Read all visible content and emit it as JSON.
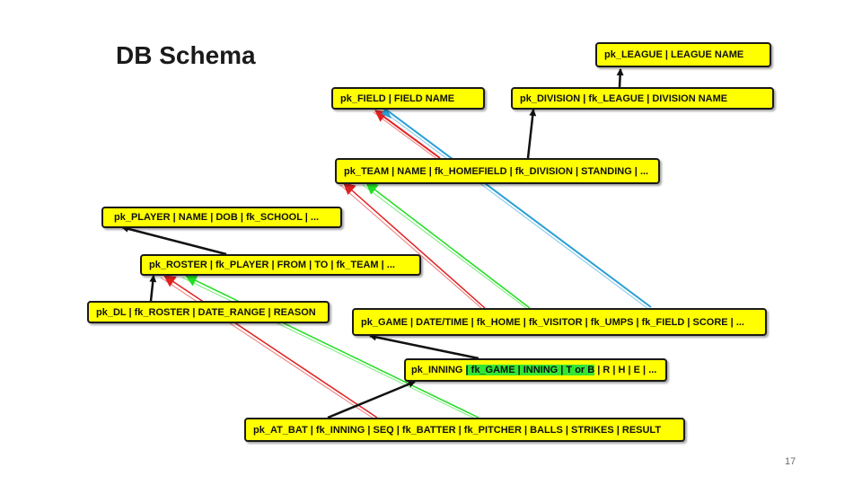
{
  "slide": {
    "title": "DB Schema",
    "page_number": "17"
  },
  "tables": {
    "league": "pk_LEAGUE | LEAGUE NAME",
    "field": "pk_FIELD | FIELD NAME",
    "division": "pk_DIVISION | fk_LEAGUE | DIVISION NAME",
    "team": "pk_TEAM | NAME | fk_HOMEFIELD | fk_DIVISION | STANDING | ...",
    "player": "pk_PLAYER | NAME | DOB | fk_SCHOOL | ...",
    "roster": "pk_ROSTER | fk_PLAYER | FROM | TO | fk_TEAM | ...",
    "dl": "pk_DL | fk_ROSTER | DATE_RANGE | REASON",
    "game": "pk_GAME | DATE/TIME | fk_HOME | fk_VISITOR | fk_UMPS | fk_FIELD | SCORE | ...",
    "inning": {
      "pre": "pk_INNING ",
      "highlight": "| fk_GAME | INNING | T or B",
      "post": " | R | H | E | ..."
    },
    "at_bat": "pk_AT_BAT | fk_INNING | SEQ | fk_BATTER | fk_PITCHER | BALLS | STRIKES | RESULT"
  },
  "colors": {
    "box_fill": "#ffff00",
    "box_border": "#1a1a1a",
    "highlight": "#33e633",
    "arrow_black": "#111111",
    "arrow_red": "#e02020",
    "arrow_green": "#22dd22",
    "arrow_blue": "#2a9fd6"
  }
}
